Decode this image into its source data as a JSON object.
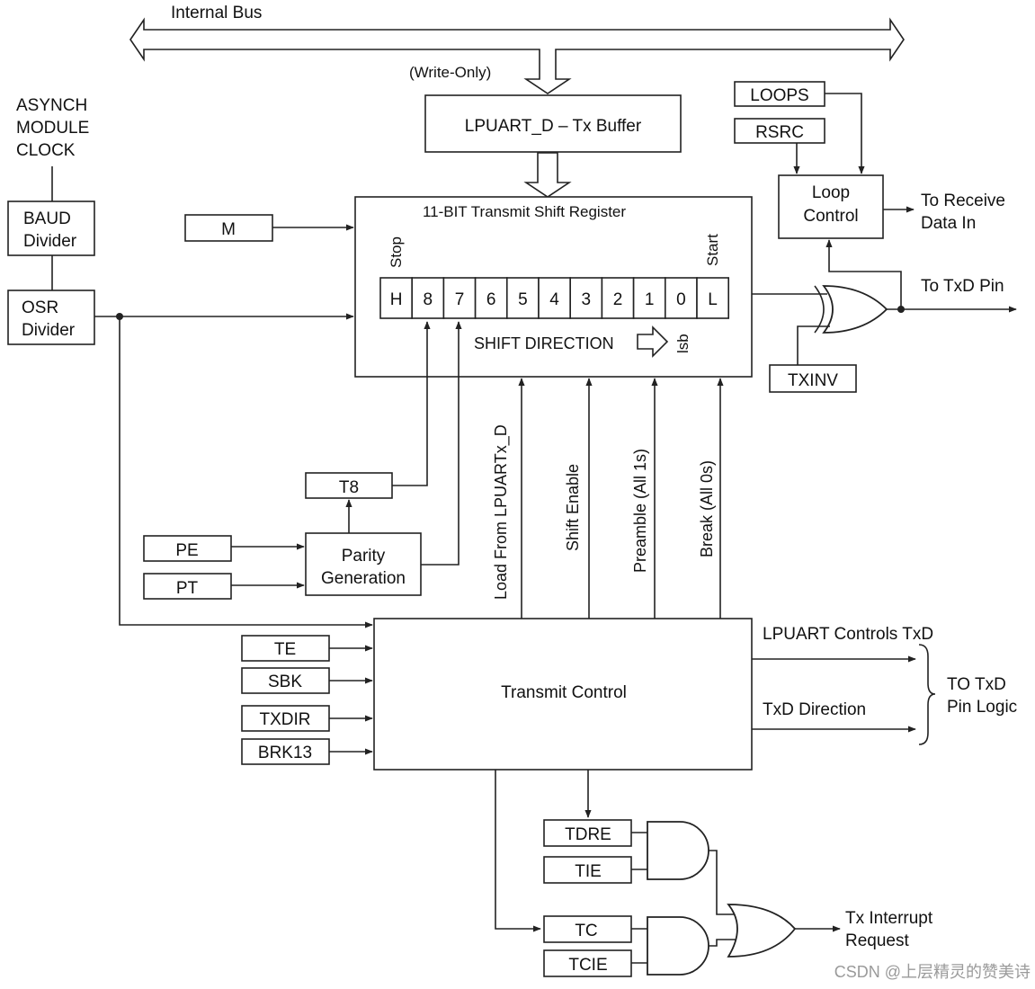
{
  "bus": {
    "label": "Internal Bus",
    "write_only": "(Write-Only)"
  },
  "clock": {
    "line1": "ASYNCH",
    "line2": "MODULE",
    "line3": "CLOCK"
  },
  "baud": {
    "line1": "BAUD",
    "line2": "Divider"
  },
  "osr": {
    "line1": "OSR",
    "line2": "Divider"
  },
  "tx_buffer": "LPUART_D – Tx Buffer",
  "shift_register": {
    "title": "11-BIT Transmit Shift Register",
    "stop": "Stop",
    "start": "Start",
    "cells": [
      "H",
      "8",
      "7",
      "6",
      "5",
      "4",
      "3",
      "2",
      "1",
      "0",
      "L"
    ],
    "direction": "SHIFT DIRECTION",
    "lsb": "lsb"
  },
  "m": "M",
  "t8": "T8",
  "pe": "PE",
  "pt": "PT",
  "parity": {
    "line1": "Parity",
    "line2": "Generation"
  },
  "loops": "LOOPS",
  "rsrc": "RSRC",
  "loop_control": {
    "line1": "Loop",
    "line2": "Control"
  },
  "to_receive": {
    "line1": "To Receive",
    "line2": "Data In"
  },
  "to_txd_pin": "To TxD Pin",
  "txinv": "TXINV",
  "signals": {
    "load": "Load From LPUARTx_D",
    "shift_enable": "Shift Enable",
    "preamble": "Preamble (All 1s)",
    "break": "Break (All 0s)"
  },
  "transmit_control": "Transmit Control",
  "control_inputs": [
    "TE",
    "SBK",
    "TXDIR",
    "BRK13"
  ],
  "lpuart_controls": "LPUART Controls TxD",
  "txd_direction": "TxD Direction",
  "to_txd_logic": {
    "line1": "TO TxD",
    "line2": "Pin Logic"
  },
  "tdre": "TDRE",
  "tie": "TIE",
  "tc": "TC",
  "tcie": "TCIE",
  "interrupt": {
    "line1": "Tx Interrupt",
    "line2": "Request"
  },
  "watermark": "CSDN @上层精灵的赞美诗"
}
